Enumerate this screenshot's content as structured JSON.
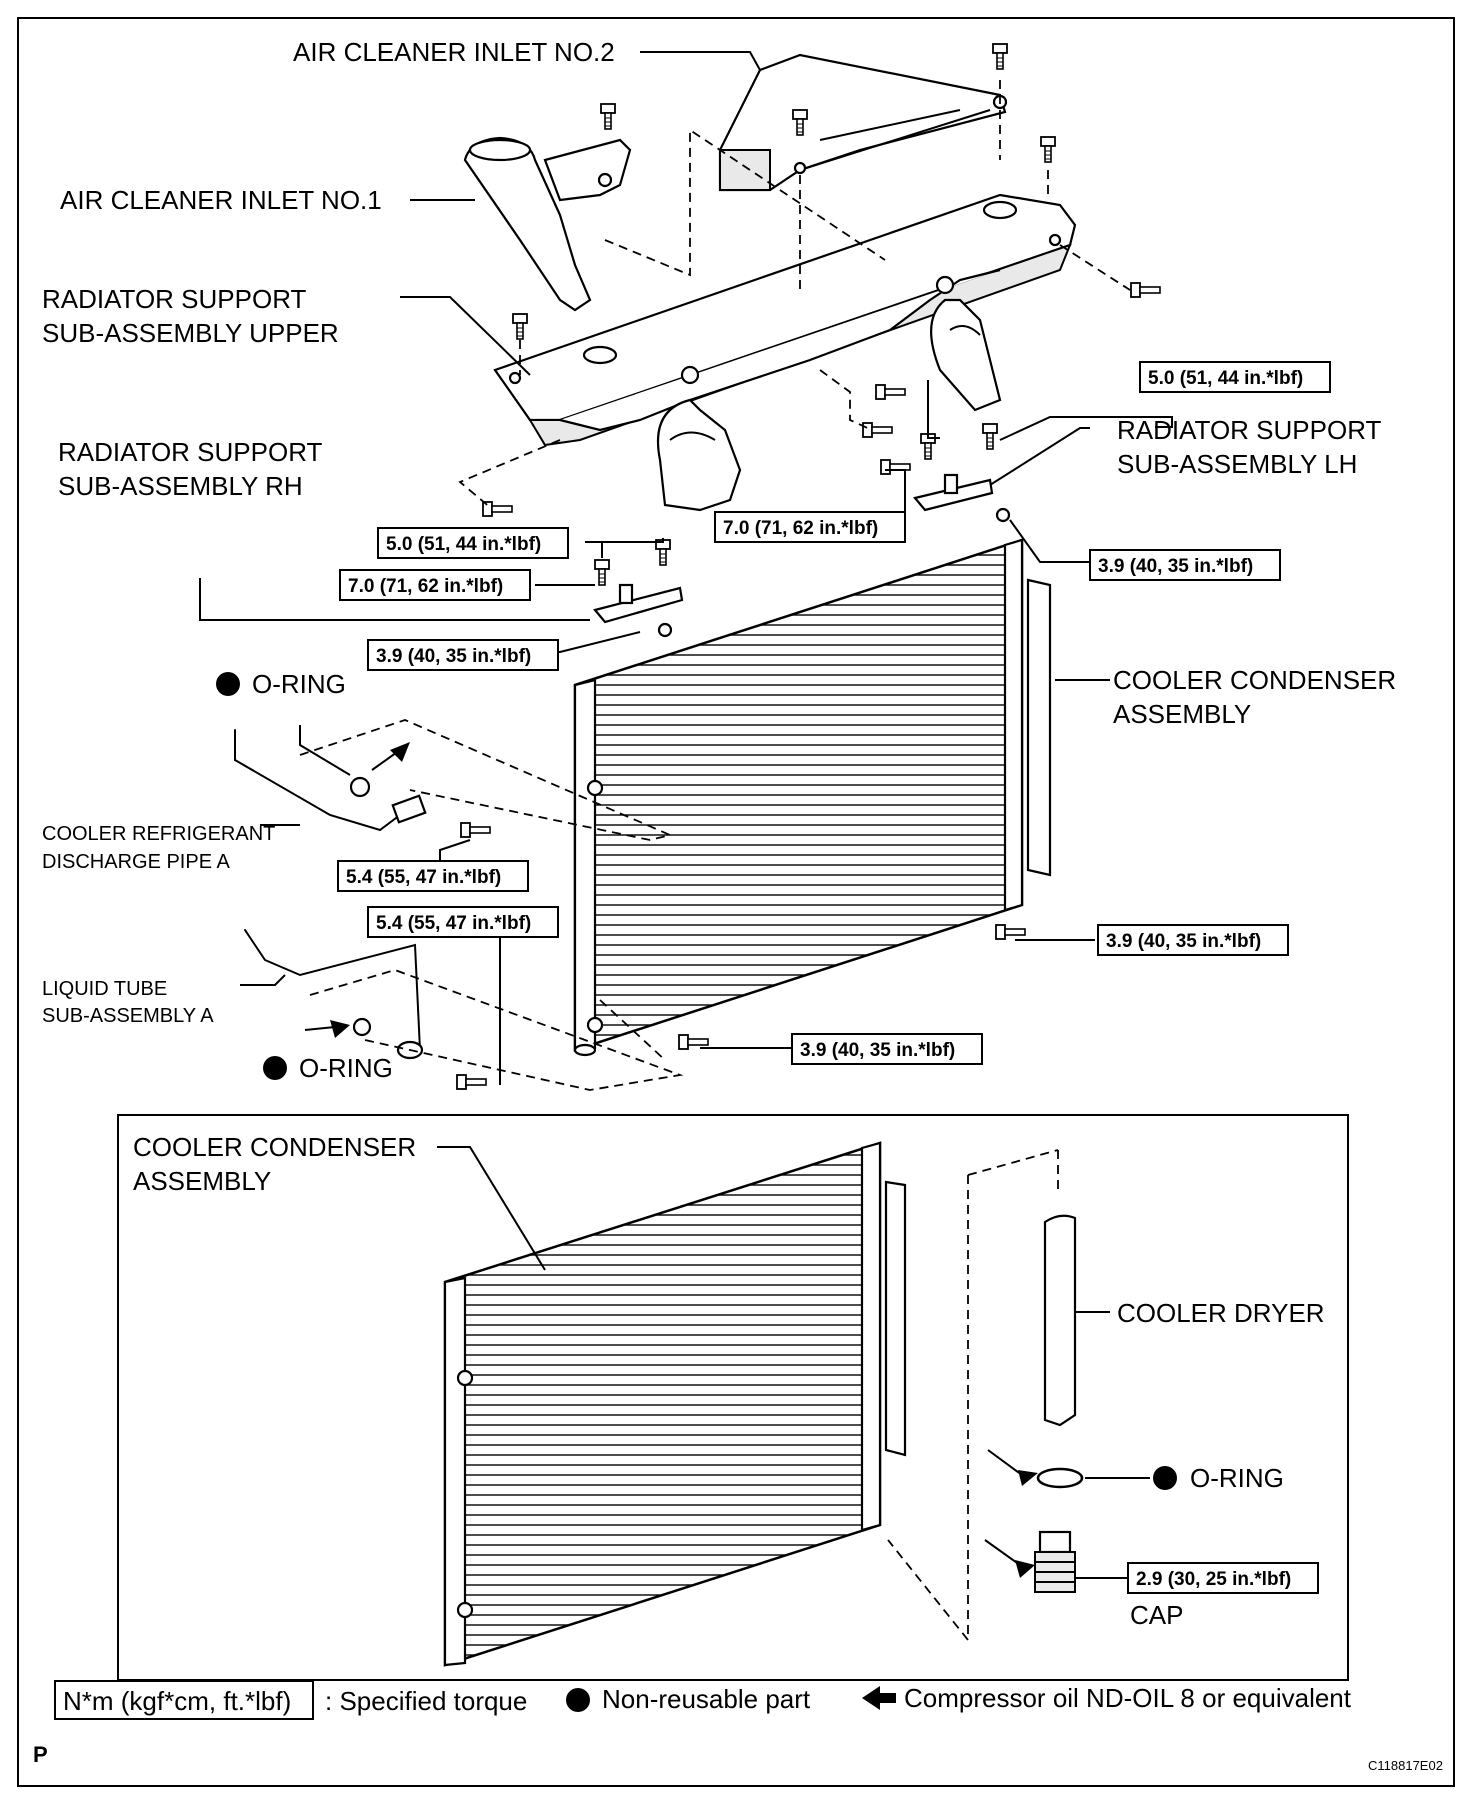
{
  "labels": {
    "air_cleaner_inlet_no2": "AIR CLEANER INLET NO.2",
    "air_cleaner_inlet_no1": "AIR CLEANER INLET NO.1",
    "rad_support_upper_l1": "RADIATOR SUPPORT",
    "rad_support_upper_l2": "SUB-ASSEMBLY UPPER",
    "rad_support_rh_l1": "RADIATOR SUPPORT",
    "rad_support_rh_l2": "SUB-ASSEMBLY RH",
    "rad_support_lh_l1": "RADIATOR SUPPORT",
    "rad_support_lh_l2": "SUB-ASSEMBLY LH",
    "o_ring": "O-RING",
    "cooler_condenser_l1": "COOLER CONDENSER",
    "cooler_condenser_l2": "ASSEMBLY",
    "discharge_pipe_l1": "COOLER REFRIGERANT",
    "discharge_pipe_l2": "DISCHARGE PIPE A",
    "liquid_tube_l1": "LIQUID TUBE",
    "liquid_tube_l2": "SUB-ASSEMBLY A",
    "cooler_dryer": "COOLER DRYER",
    "cap": "CAP"
  },
  "torques": {
    "t_5_0": "5.0 (51, 44 in.*lbf)",
    "t_7_0": "7.0 (71, 62 in.*lbf)",
    "t_3_9": "3.9 (40, 35 in.*lbf)",
    "t_5_4": "5.4 (55, 47 in.*lbf)",
    "t_2_9": "2.9 (30, 25 in.*lbf)"
  },
  "legend": {
    "torque_unit": "N*m (kgf*cm, ft.*lbf)",
    "torque_text": ": Specified torque",
    "nonreusable_text": "Non-reusable part",
    "oil_text": "Compressor oil ND-OIL 8 or equivalent"
  },
  "corner_letter": "P",
  "figure_code": "C118817E02"
}
